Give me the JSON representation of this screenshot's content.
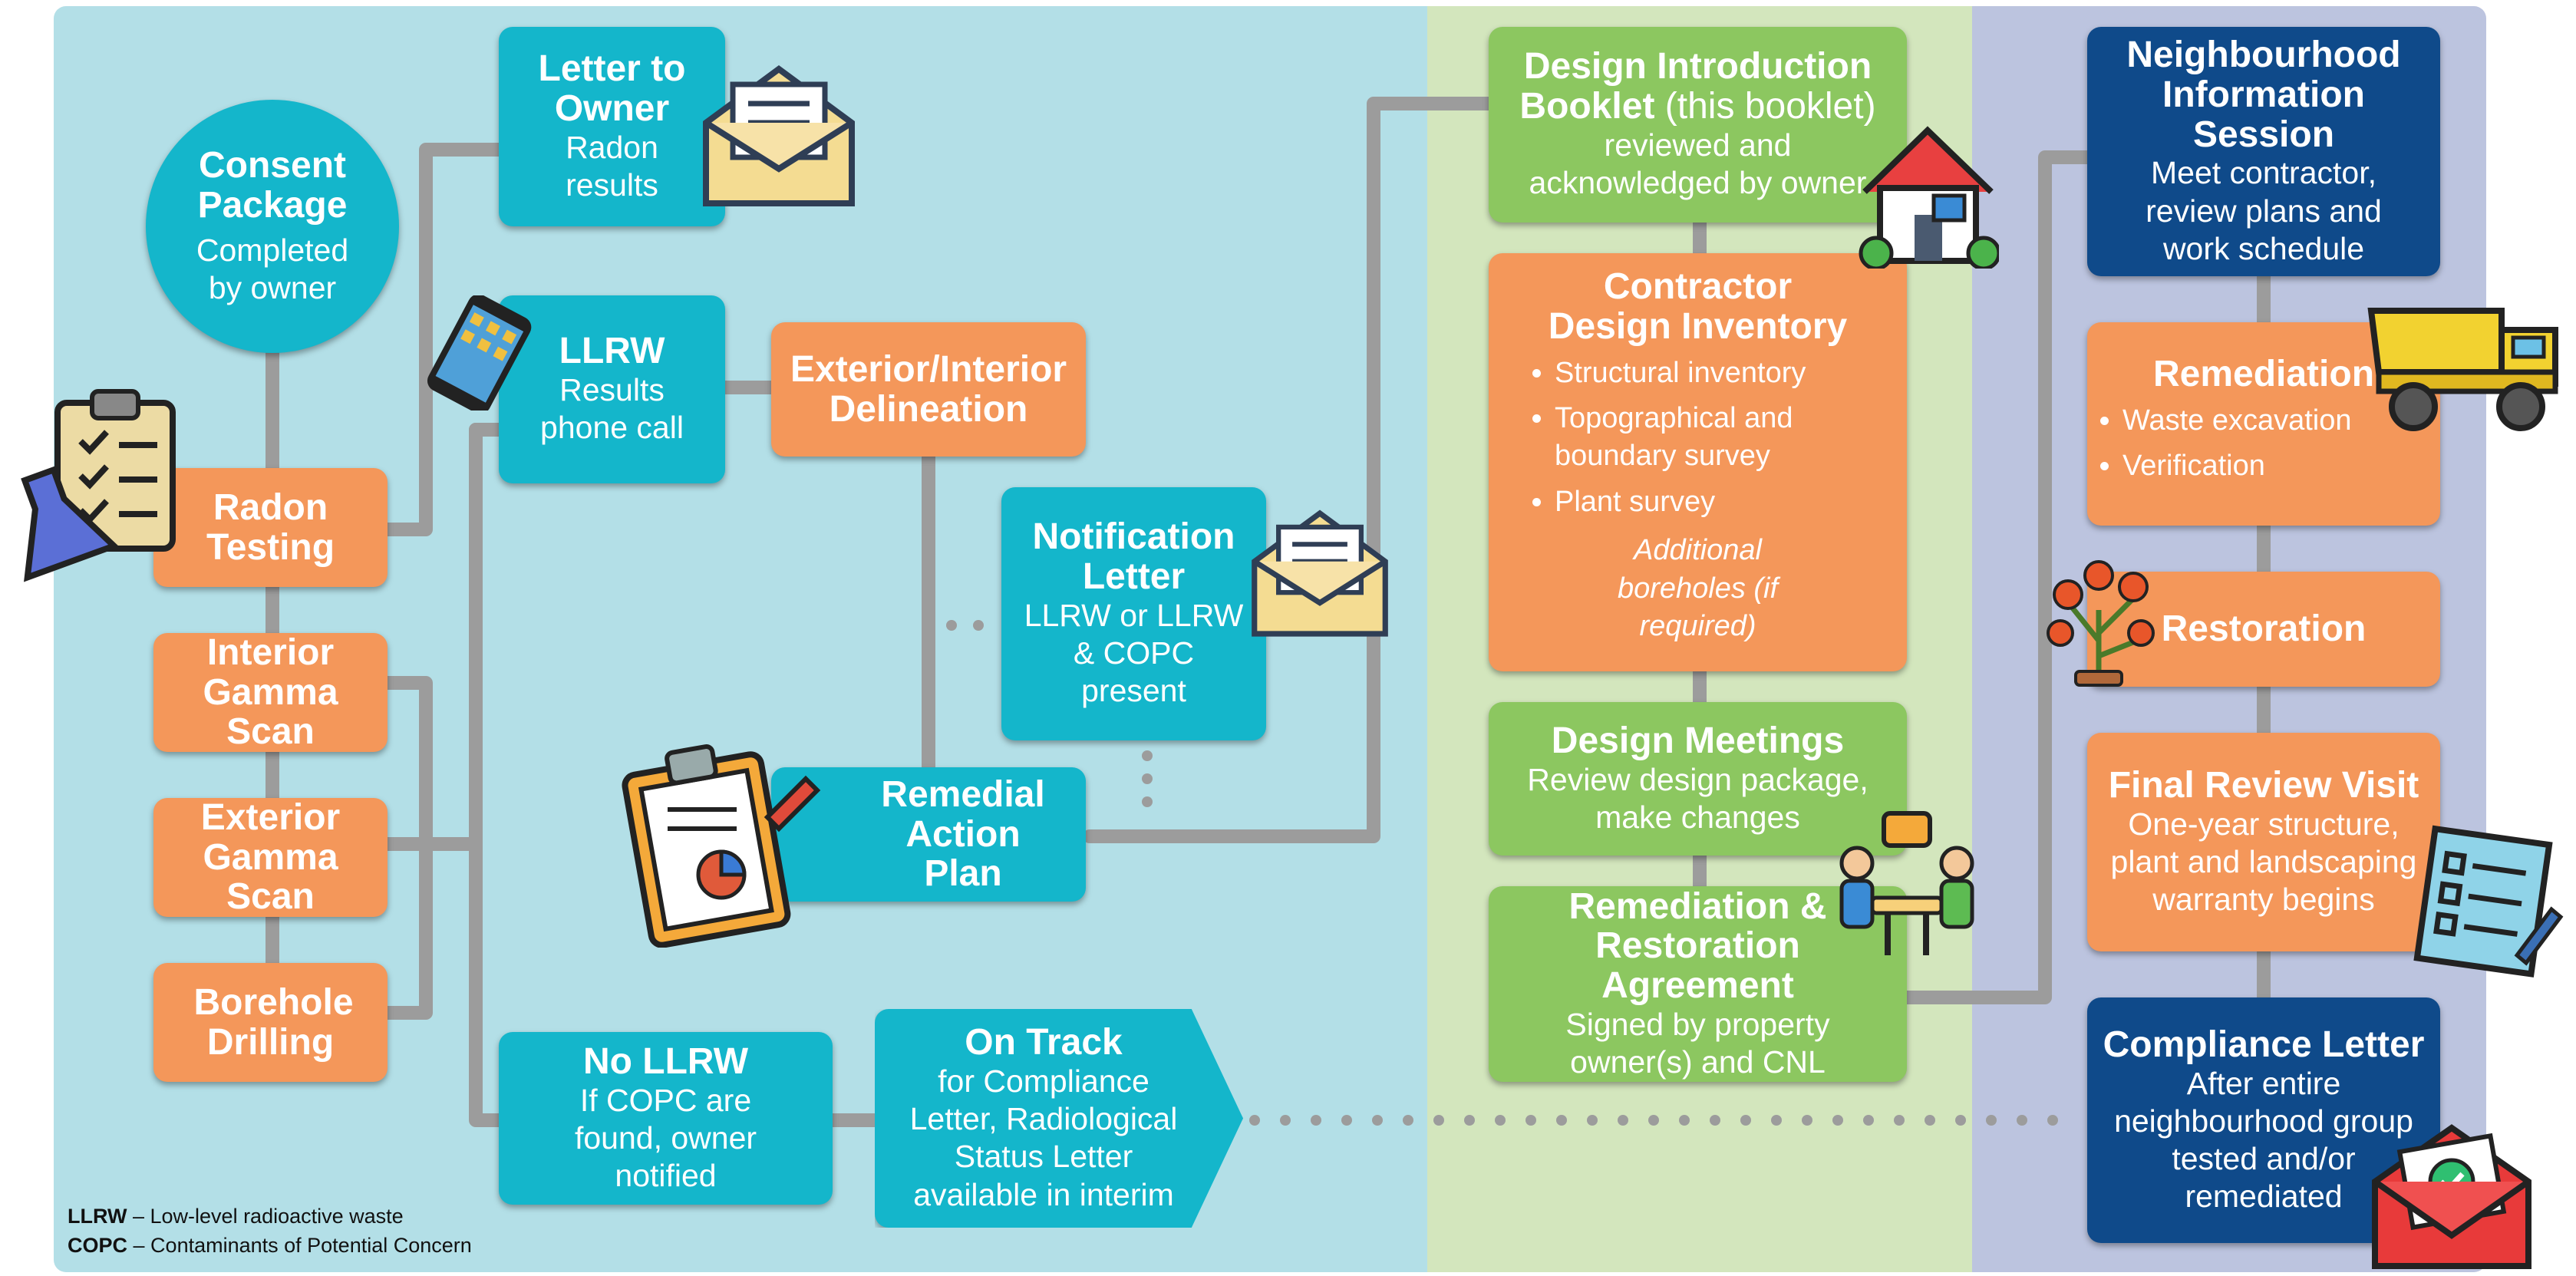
{
  "colors": {
    "panel_blue": "#b3dfe7",
    "panel_green": "#d3e6bd",
    "panel_violet": "#bcc4df",
    "cyan": "#14b6cb",
    "orange": "#f4975a",
    "green": "#8cc760",
    "navy": "#0f4a8a",
    "connector": "#9c9c9c"
  },
  "consent": {
    "title": "Consent Package",
    "sub": "Completed by owner"
  },
  "radon": {
    "title": "Radon Testing"
  },
  "interior": {
    "title": "Interior Gamma Scan"
  },
  "exterior": {
    "title": "Exterior Gamma Scan"
  },
  "borehole": {
    "title": "Borehole Drilling"
  },
  "letter_owner": {
    "title": "Letter to Owner",
    "sub": "Radon results"
  },
  "llrw": {
    "title": "LLRW",
    "sub": "Results phone call"
  },
  "delineation": {
    "title": "Exterior/Interior Delineation"
  },
  "notification": {
    "title": "Notification Letter",
    "sub": "LLRW or LLRW & COPC present"
  },
  "remedial": {
    "title": "Remedial Action Plan"
  },
  "no_llrw": {
    "title": "No LLRW",
    "sub": "If COPC are found, owner notified"
  },
  "on_track": {
    "title": "On Track",
    "sub": "for Compliance Letter, Radiological Status Letter available in interim"
  },
  "design_intro": {
    "title": "Design Introduction Booklet",
    "title_extra": "(this booklet)",
    "sub": "reviewed and acknowledged by owner"
  },
  "contractor": {
    "title": "Contractor Design Inventory",
    "items": [
      "Structural inventory",
      "Topographical and boundary survey",
      "Plant survey"
    ],
    "note": "Additional boreholes (if required)"
  },
  "design_meetings": {
    "title": "Design Meetings",
    "sub": "Review design package, make changes"
  },
  "agreement": {
    "title": "Remediation & Restoration Agreement",
    "sub": "Signed by property owner(s) and CNL"
  },
  "neighbourhood": {
    "title": "Neighbourhood Information Session",
    "sub": "Meet contractor, review plans and work schedule"
  },
  "remediation": {
    "title": "Remediation",
    "items": [
      "Waste excavation",
      "Verification"
    ]
  },
  "restoration": {
    "title": "Restoration"
  },
  "final_review": {
    "title": "Final Review Visit",
    "sub": "One-year structure, plant and landscaping warranty begins"
  },
  "compliance": {
    "title": "Compliance Letter",
    "sub": "After entire neighbourhood group tested and/or remediated"
  },
  "legend": [
    {
      "abbr": "LLRW",
      "text": "– Low-level radioactive waste"
    },
    {
      "abbr": "COPC",
      "text": "– Contaminants of Potential Concern"
    }
  ],
  "icons": [
    "clipboard-flask-icon",
    "smartphone-icon",
    "envelope-icon",
    "envelope-icon",
    "clipboard-chart-icon",
    "house-icon",
    "meeting-icon",
    "dump-truck-icon",
    "flower-plant-icon",
    "checklist-scroll-icon",
    "envelope-check-icon"
  ]
}
